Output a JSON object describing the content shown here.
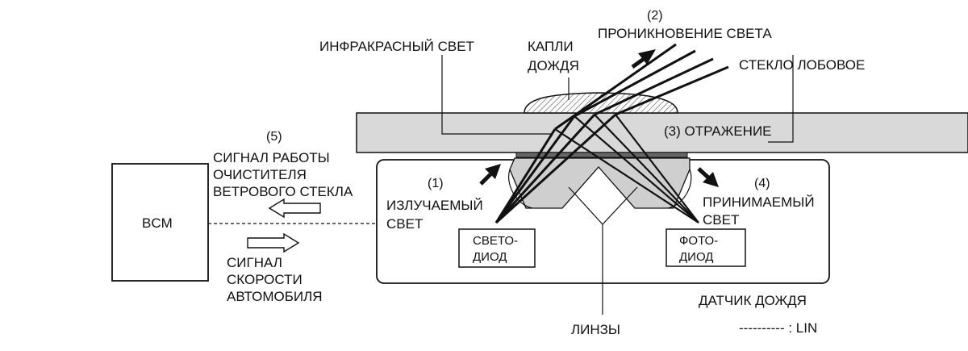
{
  "labels": {
    "infrared_light": "ИНФРАКРАСНЫЙ СВЕТ",
    "raindrops_1": "КАПЛИ",
    "raindrops_2": "ДОЖДЯ",
    "num_2": "(2)",
    "light_penetration": "ПРОНИКНОВЕНИЕ СВЕТА",
    "windshield": "СТЕКЛО ЛОБОВОЕ",
    "num_3_reflection": "(3) ОТРАЖЕНИЕ",
    "num_5": "(5)",
    "wiper_signal_1": "СИГНАЛ РАБОТЫ",
    "wiper_signal_2": "ОЧИСТИТЕЛЯ",
    "wiper_signal_3": "ВЕТРОВОГО СТЕКЛА",
    "bcm": "BCM",
    "speed_signal_1": "СИГНАЛ",
    "speed_signal_2": "СКОРОСТИ",
    "speed_signal_3": "АВТОМОБИЛЯ",
    "num_1": "(1)",
    "emitted_light_1": "ИЗЛУЧАЕМЫЙ",
    "emitted_light_2": "СВЕТ",
    "led_1": "СВЕТО-",
    "led_2": "ДИОД",
    "num_4": "(4)",
    "received_light_1": "ПРИНИМАЕМЫЙ",
    "received_light_2": "СВЕТ",
    "photodiode_1": "ФОТО-",
    "photodiode_2": "ДИОД",
    "rain_sensor": "ДАТЧИК ДОЖДЯ",
    "lenses": "ЛИНЗЫ",
    "lin_legend": "---------- : LIN"
  },
  "colors": {
    "glass": "#d9d9d9",
    "lens": "#c8c8c8",
    "line": "#111111",
    "background": "#ffffff"
  }
}
